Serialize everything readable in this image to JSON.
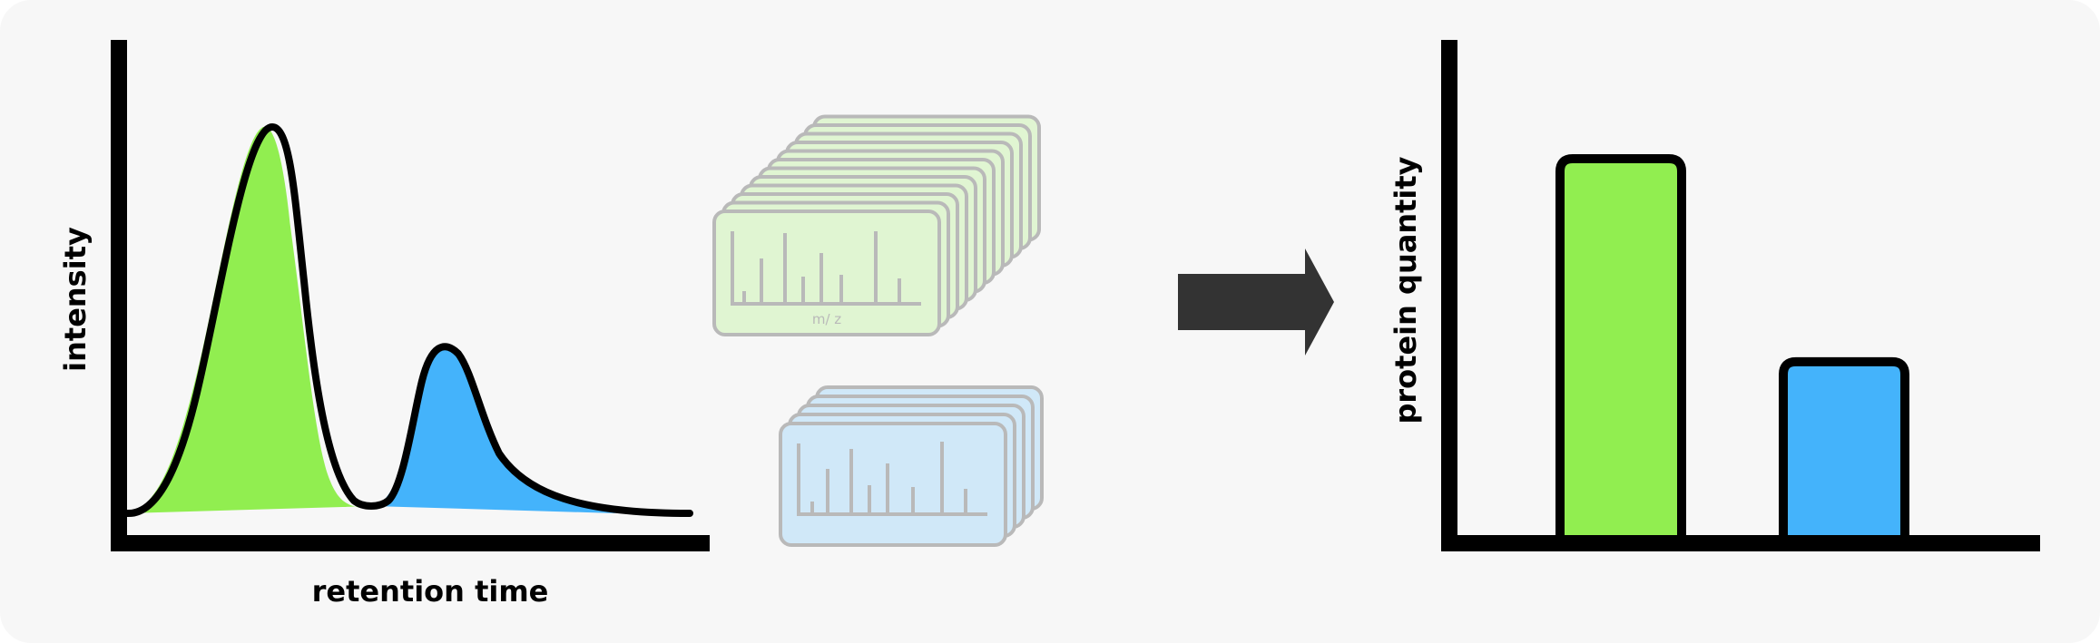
{
  "left_panel": {
    "y_label": "intensity",
    "x_label": "retention time"
  },
  "spectra": {
    "axis_label": "m/ z",
    "green_stack_count": 12,
    "blue_stack_count": 5
  },
  "right_panel": {
    "y_label": "protein quantity"
  },
  "chart_data": {
    "type": "bar",
    "categories": [
      "",
      ""
    ],
    "values": [
      0.76,
      0.35
    ],
    "colors": [
      "#91ee50",
      "#44b3fb"
    ]
  },
  "colors": {
    "green": "#91ee50",
    "blue": "#44b3fb",
    "green_spectrum": "#e0f5d2",
    "blue_spectrum": "#d0e8f8",
    "arrow": "#333333",
    "background": "#f7f7f7"
  }
}
